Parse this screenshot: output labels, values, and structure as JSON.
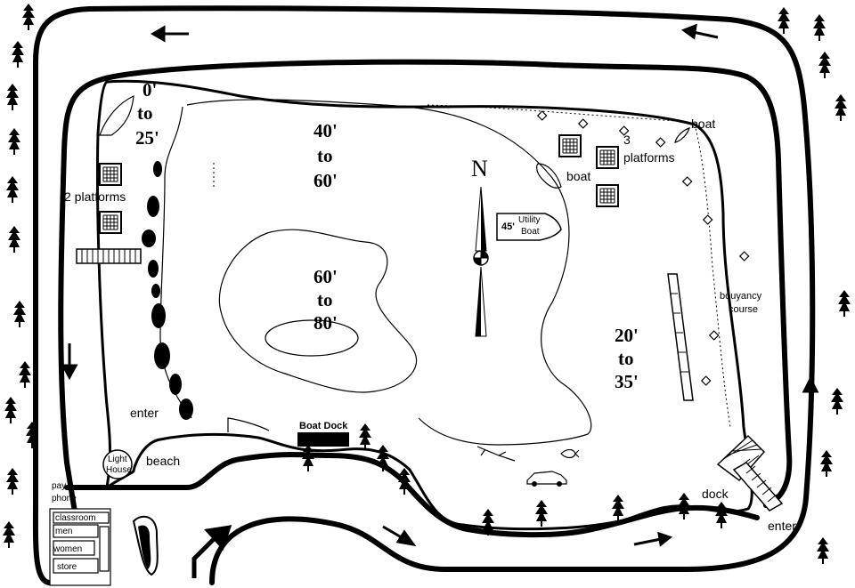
{
  "depths": {
    "shallow": [
      "0'",
      "to",
      "25'"
    ],
    "mid": [
      "40'",
      "to",
      "60'"
    ],
    "deep": [
      "60'",
      "to",
      "80'"
    ],
    "east": [
      "20'",
      "to",
      "35'"
    ]
  },
  "labels": {
    "platforms_west": "2  platforms",
    "platforms_east_count": "3",
    "platforms_east": "platforms",
    "boat_ne": "boat",
    "boat_mid": "boat",
    "utility_depth": "45'",
    "utility_line1": "Utility",
    "utility_line2": "Boat",
    "north": "N",
    "buoyancy_line1": "bouyancy",
    "buoyancy_line2": "course",
    "enter_west": "enter",
    "enter_east": "enter",
    "boat_dock": "Boat Dock",
    "dock": "dock",
    "beach": "beach",
    "lighthouse_line1": "Light",
    "lighthouse_line2": "House",
    "pay_phone_line1": "pay",
    "pay_phone_line2": "phone",
    "classroom": "classroom",
    "men": "men",
    "women": "women",
    "store": "store"
  },
  "icons": [
    "tree-icon",
    "arrow-icon",
    "north-arrow-icon",
    "car-icon",
    "diver-icon",
    "fish-icon",
    "platform-icon",
    "boat-icon",
    "buoy-icon"
  ]
}
